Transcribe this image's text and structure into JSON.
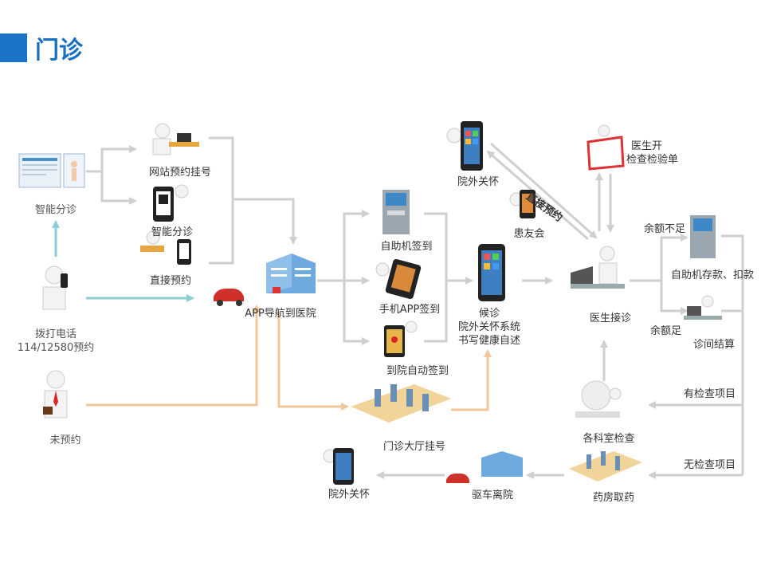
{
  "title": "门诊",
  "nodes": {
    "smart_triage_left": "智能分诊",
    "call_phone": "拨打电话",
    "call_numbers": "114/12580预约",
    "no_appointment": "未预约",
    "web_appointment": "网站预约挂号",
    "smart_triage_mid": "智能分诊",
    "direct_appointment": "直接预约",
    "app_nav": "APP导航到医院",
    "self_checkin_machine": "自助机签到",
    "mobile_app_checkin": "手机APP签到",
    "auto_checkin": "到院自动签到",
    "hall_registration": "门诊大厅挂号",
    "waiting": "候诊",
    "outside_care_system": "院外关怀系统",
    "health_self_report": "书写健康自述",
    "outside_care_top": "院外关怀",
    "patient_friends": "患友会",
    "direct_booking": "直接预约",
    "doctor_reception": "医生接诊",
    "doctor_orders": "医生开",
    "check_orders": "检查检验单",
    "insufficient_balance": "余额不足",
    "self_service_deposit": "自助机存款、扣款",
    "sufficient_balance": "余额足",
    "consult_settlement": "诊间结算",
    "with_checkup": "有检查项目",
    "without_checkup": "无检查项目",
    "dept_checkup": "各科室检查",
    "pharmacy": "药房取药",
    "drive_away": "驱车离院",
    "outside_care_bottom": "院外关怀"
  },
  "colors": {
    "title_blue": "#1a6fc0",
    "arrow_gray": "#cfcfcf",
    "arrow_teal": "#8ecdd6",
    "arrow_orange": "#f2c79a"
  }
}
